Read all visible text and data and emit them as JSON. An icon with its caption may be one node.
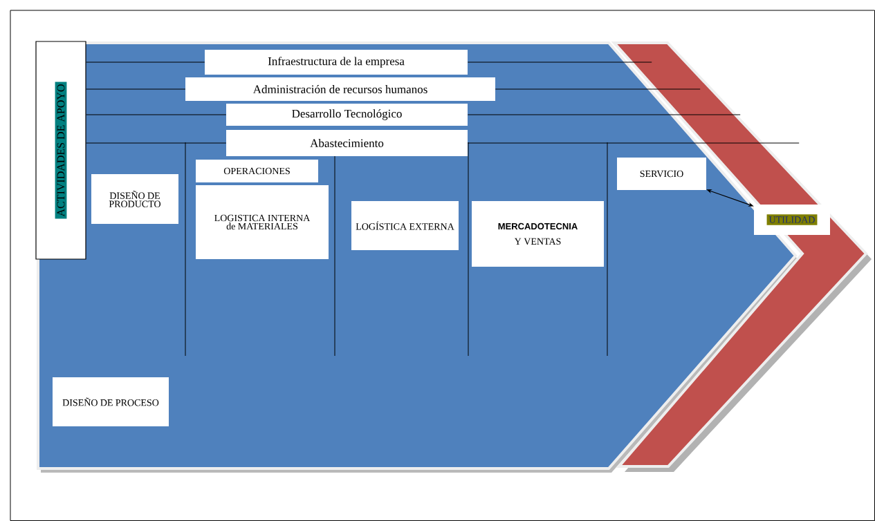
{
  "diagram": {
    "nodes": [
      {
        "text": [
          "ACTIVIDADES DE APOYO"
        ]
      },
      {
        "text": [
          "Infraestructura de la empresa"
        ]
      },
      {
        "text": [
          "Administración de recursos humanos"
        ]
      },
      {
        "text": [
          "Desarrollo Tecnológico"
        ]
      },
      {
        "text": [
          "Abastecimiento"
        ]
      },
      {
        "text": [
          "DISEÑO DE PRODUCTO"
        ]
      },
      {
        "text": [
          "OPERACIONES"
        ]
      },
      {
        "text": [
          "LOGISTICA INTERNA de MATERIALES"
        ]
      },
      {
        "text": [
          "LOGÍSTICA EXTERNA"
        ]
      },
      {
        "text": [
          "MERCADOTECNIA",
          "Y VENTAS"
        ]
      },
      {
        "text": [
          "SERVICIO"
        ]
      },
      {
        "text": [
          "UTILIDAD"
        ]
      },
      {
        "text": [
          "DISEÑO DE PROCESO"
        ]
      }
    ],
    "edges": [
      {
        "from": 0,
        "to": 1,
        "arrow": "none"
      },
      {
        "from": 0,
        "to": 2,
        "arrow": "none"
      },
      {
        "from": 0,
        "to": 3,
        "arrow": "none"
      },
      {
        "from": 0,
        "to": 4,
        "arrow": "none"
      },
      {
        "from": 10,
        "to": 11,
        "arrow": "both"
      }
    ]
  }
}
